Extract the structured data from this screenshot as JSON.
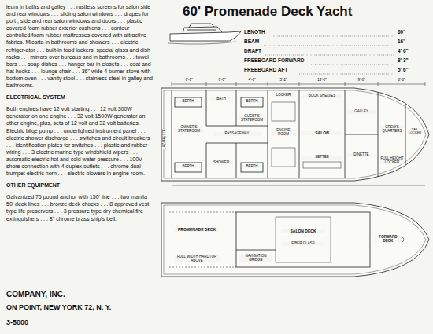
{
  "diagram": {
    "title": "60' Promenade Deck Yacht",
    "labels": [
      "leum in baths and galley . . . rustless screens for salon side and rear windows . . . sliding salon windows . . . drapes for port , side and rear salon windows and doors . . . plastic covered foam rubber exterior cushions . . . contour controlled foam rubber mattresses covered with attractive fabrics. Micarta in bathrooms and showers . . . electric refriger-ator . . . built-in food lockers, special glass and dish racks . . . mirrors over bureaus and in bathrooms . . . towel bars . . . soap dishes . . . hanger bar in closets . . . coat and hat hooks . . . lounge chair . . . 36\" wide 4 burner stove with bottom oven . . . vanity stool . . . stainless steel in galley and bathrooms.",
      "ELECTRICAL SYSTEM",
      "Both engines have 12 volt starting . . . 12 volt 300W generator on one engine . . . 32 volt 1500W generator on other engine, plus, sets of 12 volt and 32 volt batteries. Electric bilge pump . . . underlighted instrument panel . . . electric shower discharge . . . switches and circuit breakers . . . identification plates for switches . . . plastic and rubber wiring . . . 3 electric marine type windshield wipers . . . automatic electric hot and cold water pressure . . . 100V shore connection with 4 duplex outlets . . . chrome dual trumpet electric horn . . . electric blowers in engine room.",
      "OTHER EQUIPMENT",
      "Galvanized 75 pound anchor with 150' line . . . two manila 50' deck lines . . . bronze deck chocks . . . 8 approved vest type life preservers . . . 3 pressure type dry chemical fire extinguishers . . . 8\" chrome brass ship's bell.",
      "COMPANY, INC.",
      "ON POINT, NEW YORK 72, N. Y.",
      "3-5000",
      "LENGTH",
      "60'",
      "BEAM",
      "16'",
      "DRAFT",
      "4' 6\"",
      "FREEBOARD FORWARD",
      "8' 3\"",
      "FREEBOARD AFT",
      "5' 6\"",
      "LAZARETTE",
      "BERTH",
      "BERTH",
      "OWNER'S STATEROOM",
      "BATH",
      "SHOWER",
      "GUEST'S STATEROOM",
      "BERTH",
      "BERTH",
      "PASSAGEWAY",
      "LOCKER",
      "ENGINE ROOM",
      "BOOK SHELVES",
      "SALON",
      "SETTEE",
      "GALLEY",
      "DINETTE",
      "CREW'S QUARTERS",
      "SAIL LOCKER",
      "FULL HEIGHT LOCKER",
      "6'-6\"",
      "6'-0\"",
      "4'-6\"",
      "5'-2\"",
      "13'-0\"",
      "9'-6\"",
      "8'-0\"",
      "PROMENADE DECK",
      "FULL WIDTH HARDTOP ABOVE",
      "NAVIGATION BRIDGE",
      "SALON DECK",
      "FIBER GLASS",
      "FORWARD DECK"
    ]
  }
}
